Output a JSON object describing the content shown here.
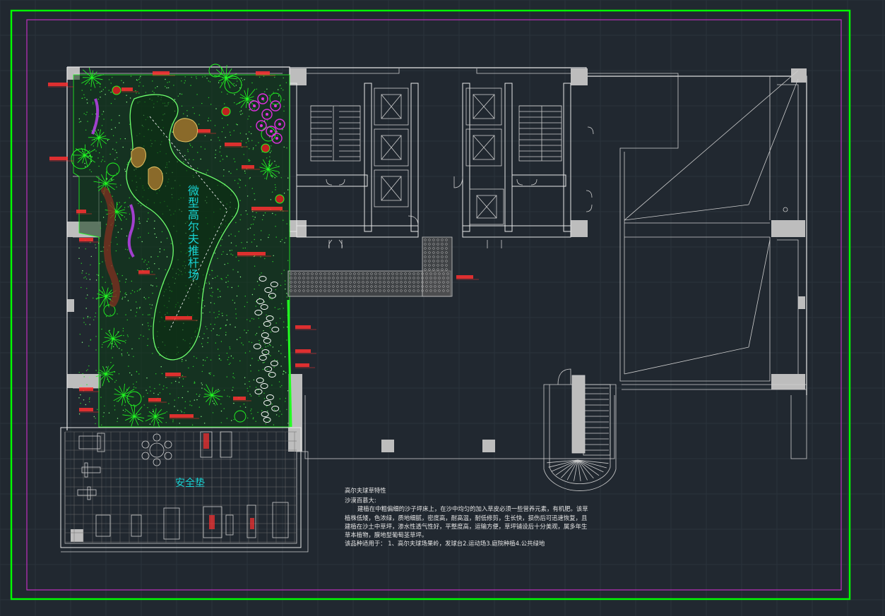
{
  "colors": {
    "background": "#212830",
    "outer_frame": "#00ff00",
    "inner_frame": "#c030c0",
    "plant_green": "#22ff22",
    "label_red": "#ff3030",
    "text_cyan": "#18d3d3",
    "wall": "#e8e8e8",
    "column": "#bdbdbd",
    "flower_magenta": "#e030e0"
  },
  "plan": {
    "golf_area_label": "微型高尔夫推杆场",
    "safety_area_label": "安全垫"
  },
  "notes": {
    "title": "高尔夫球草特性",
    "subtitle": "沙漠百慕大:",
    "lines": [
      "建植在中粗偏细的沙子坪床上，在沙中均匀的加入草皮必须一些营养元素，有机肥。该草",
      "植株低矮，色浓绿，质地细腻，密度高，耐高温，耐低修剪，生长快，损伤后可迅速恢复，且",
      "建植在沙土中草坪，渗水性透气性好，平整度高，运输方便，草坪铺设后十分美观，属多年生",
      "草本植物，膜地型葡萄茎草坪。"
    ],
    "usage": "该品种适用于： 1、高尔夫球场果岭，发球台2.运动场3.庭院种植4.公共绿地"
  }
}
